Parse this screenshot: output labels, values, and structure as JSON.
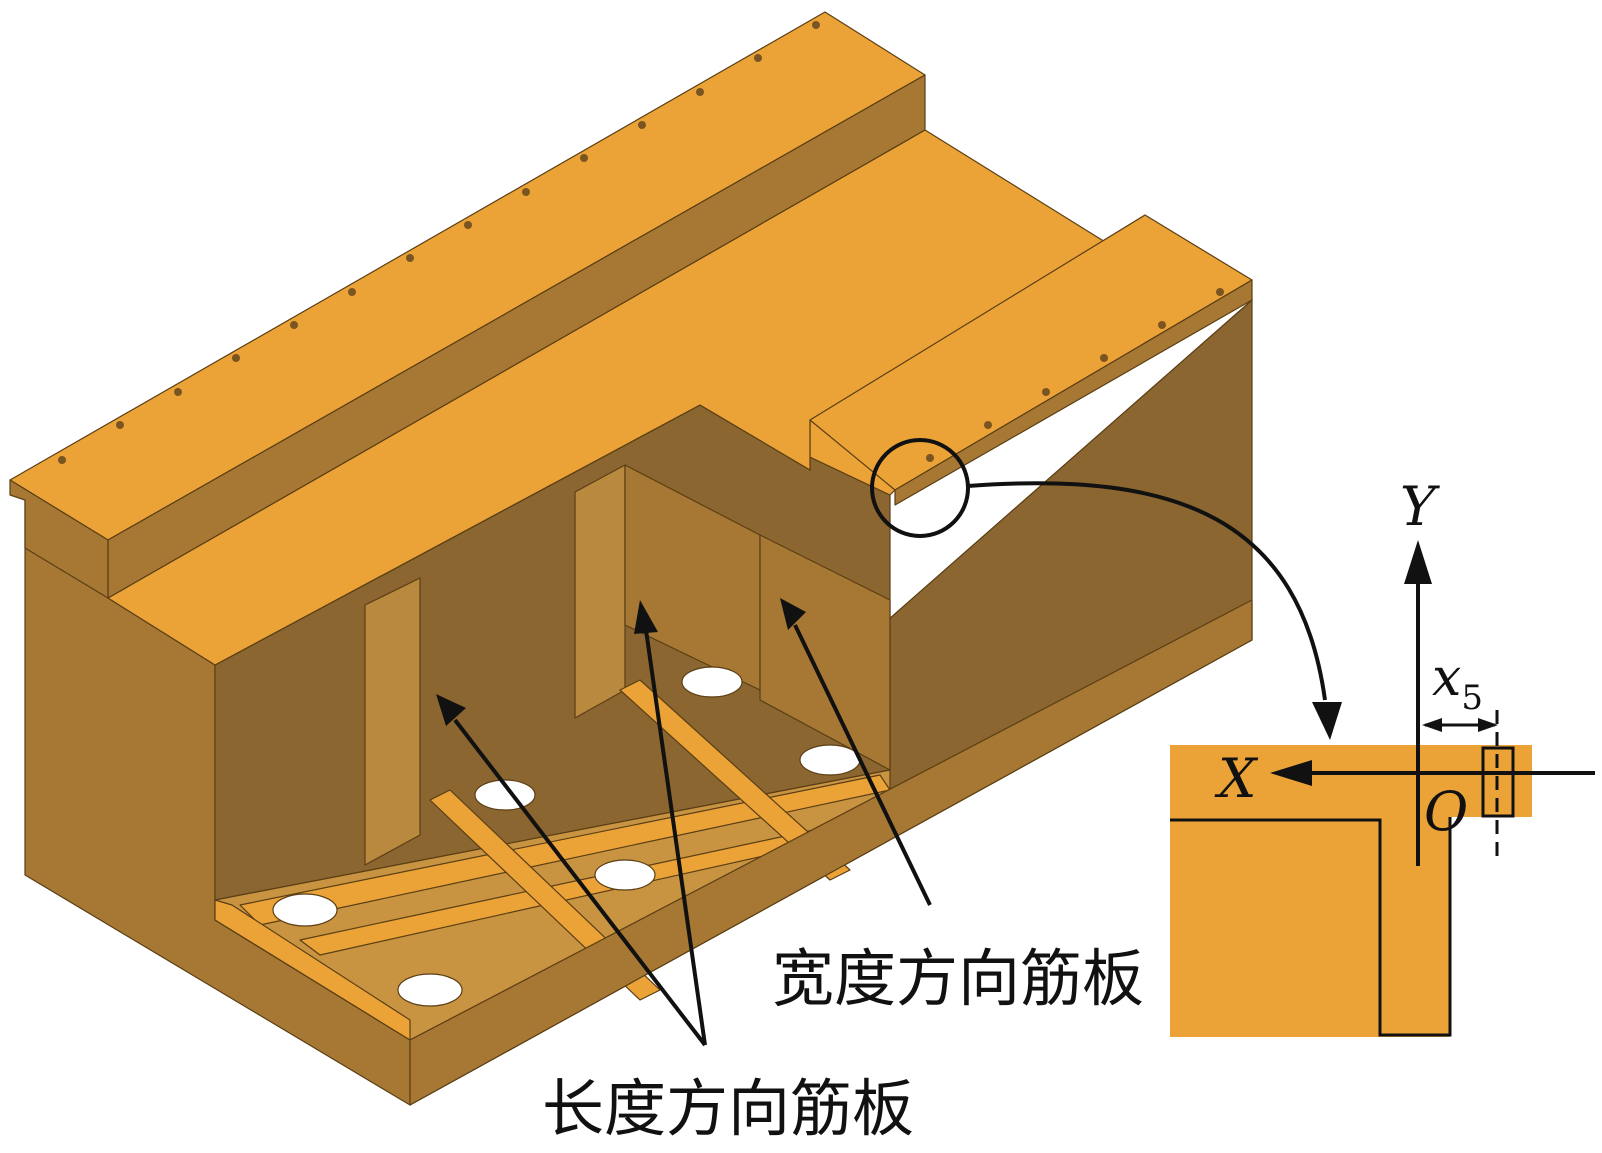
{
  "labels": {
    "width_rib": "宽度方向筋板",
    "length_rib": "长度方向筋板"
  },
  "axes": {
    "y": "Y",
    "x": "X",
    "origin": "O",
    "offset_var": "x",
    "offset_sub": "5"
  },
  "colors": {
    "top": "#EBA338",
    "front": "#A77833",
    "side": "#8B6630",
    "inner": "#B8893E",
    "stroke": "#5a3e14"
  }
}
